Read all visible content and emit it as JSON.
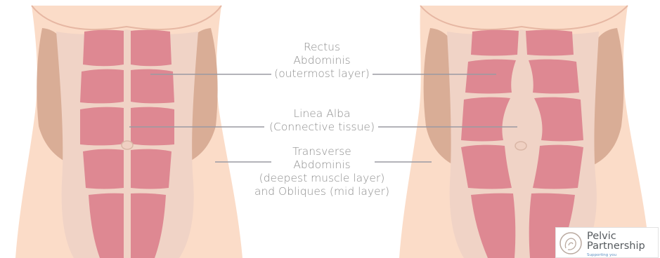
{
  "labels": {
    "rectus": [
      "Rectus",
      "Abdominis",
      "(outermost layer)"
    ],
    "linea": [
      "Linea Alba",
      "(Connective tissue)"
    ],
    "transverse": [
      "Transverse",
      "Abdominis",
      "(deepest muscle layer)",
      "and Obliques (mid layer)"
    ]
  },
  "logo": {
    "name_line1": "Pelvic",
    "name_line2": "Partnership",
    "tagline": "Supporting you"
  },
  "colors": {
    "skin": "#fbdcc8",
    "fascia": "#f0d3c6",
    "oblique": "#e7c6b2",
    "oblique_shadow": "#cfa48c",
    "muscle": "#de8892",
    "leader_line": "#9a9aa2",
    "label_text": "#8e8e8e"
  }
}
